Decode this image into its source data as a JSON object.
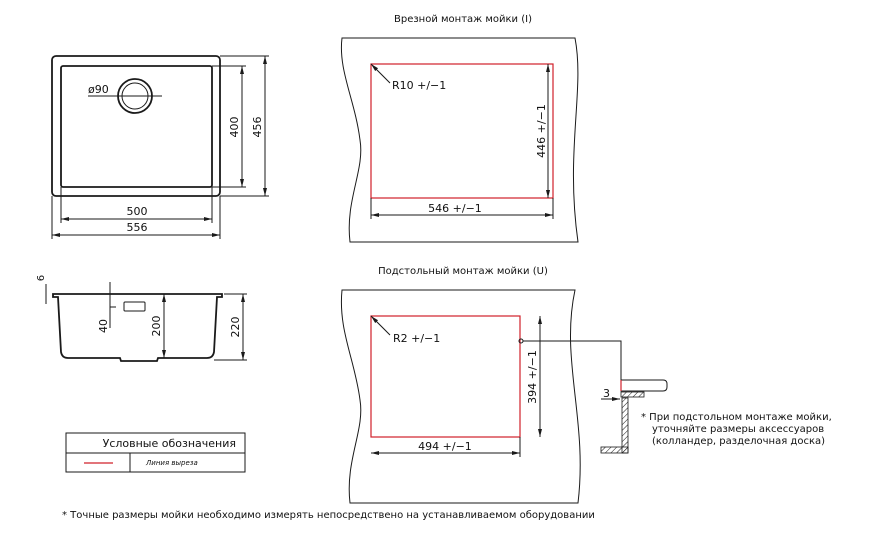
{
  "colors": {
    "cut_line": "#d0202a",
    "lines": "#1a1a1a"
  },
  "top_view": {
    "drain": "ø90",
    "inner_width": "500",
    "outer_width": "556",
    "inner_depth": "400",
    "outer_depth": "456"
  },
  "side_view": {
    "rim": "6",
    "slot": "40",
    "inner_height": "200",
    "outer_height": "220"
  },
  "overmount": {
    "title": "Врезной монтаж мойки (I)",
    "radius": "R10 +/−1",
    "width": "546  +/−1",
    "depth": "446  +/−1"
  },
  "undermount": {
    "title": "Подстольный монтаж мойки (U)",
    "radius": "R2 +/−1",
    "width": "494  +/−1",
    "depth": "394  +/−1",
    "gap": "3",
    "note": [
      "* При подстольном монтаже мойки,",
      "уточняйте размеры аксессуаров",
      "(колландер, разделочная доска)"
    ]
  },
  "legend": {
    "title": "Условные обозначения",
    "cut_line_label": "Линия выреза"
  },
  "footer": "* Точные размеры мойки необходимо измерять непосредствено на устанавливаемом оборудовании"
}
